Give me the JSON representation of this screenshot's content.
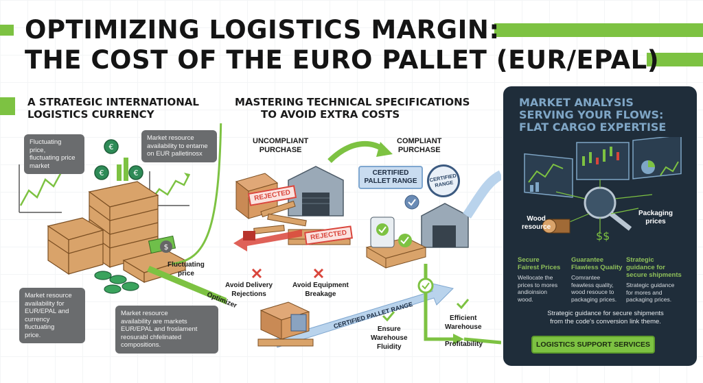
{
  "title": {
    "line1": "OPTIMIZING LOGISTICS MARGIN:",
    "line2": "THE COST OF THE EURO PALLET (EUR/EPAL)"
  },
  "left": {
    "heading1": "A STRATEGIC INTERNATIONAL",
    "heading2": "LOGISTICS CURRENCY",
    "bubble_price": [
      "Fluctuating price,",
      "fluctuating price",
      "market"
    ],
    "bubble_resource": [
      "Market resource",
      "availability to entame",
      "on EUR palletinosx"
    ],
    "bubble_left_bottom": [
      "Market resource",
      "availability for",
      "EUR/EPAL and",
      "currency fluctuating",
      "price."
    ],
    "bubble_center_bottom": [
      "Market resource",
      "availability are markets",
      "EUR/EPAL and froslament",
      "reosurabl chfelinated",
      "compositions."
    ],
    "fluct_label": [
      "Fluctuating",
      "price"
    ],
    "optimizer_label": "Optimizer"
  },
  "middle": {
    "heading1": "MASTERING TECHNICAL SPECIFICATIONS",
    "heading2": "TO AVOID EXTRA COSTS",
    "uncompliant": [
      "UNCOMPLIANT",
      "PURCHASE"
    ],
    "compliant": [
      "COMPLIANT",
      "PURCHASE"
    ],
    "rejected_1": "REJECTED",
    "rejected_2": "REJECTED",
    "certified_box": [
      "CERTIFIED",
      "PALLET RANGE"
    ],
    "certified_seal": [
      "CERTIFIED",
      "RANGE"
    ],
    "avoid_delivery": [
      "Avoid Delivery",
      "Rejections"
    ],
    "avoid_equipment": [
      "Avoid Equipment",
      "Breakage"
    ],
    "certified_arrow": "CERTIFIED PALLET RANGE",
    "ensure": [
      "Ensure",
      "Warehouse",
      "Fluidity"
    ],
    "efficient": [
      "Efficient",
      "Warehouse"
    ],
    "profitability": "Profitability"
  },
  "panel": {
    "title1": "MARKET ANALYSIS",
    "title2": "SERVING YOUR FLOWS:",
    "title3": "FLAT CARGO EXPERTISE",
    "wood": [
      "Wood",
      "resource"
    ],
    "packaging": [
      "Packaging",
      "prices"
    ],
    "col1_head": [
      "Secure",
      "Fairest Prices"
    ],
    "col1_body": [
      "Wellocate the",
      "prices to mores",
      "andioinsion",
      "wood."
    ],
    "col2_head": [
      "Guarantee",
      "Flawless Quality"
    ],
    "col2_body": [
      "Comrantee",
      "feawless quality,",
      "wood resouce to",
      "packaging prices."
    ],
    "col3_head": [
      "Strategic",
      "guidance for",
      "secure shipments"
    ],
    "col3_body": [
      "Strategic guidance",
      "for mores and",
      "packaging prices."
    ],
    "footer": [
      "Strategic guidance for secure shipments",
      "from the code's conversion link theme."
    ],
    "button": "LOGISTICS SUPPORT SERVICES"
  },
  "colors": {
    "accent_green": "#7dc242",
    "panel_bg": "#1f2d3a",
    "reject_red": "#d9453b",
    "arrow_blue": "#b9d3ec"
  }
}
